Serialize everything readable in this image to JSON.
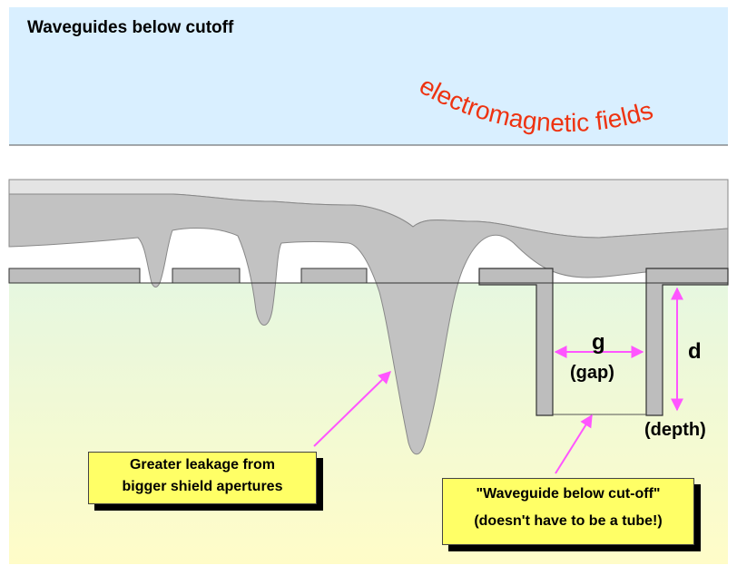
{
  "title": "Waveguides below cutoff",
  "field_label": "electromagnetic fields",
  "gap_symbol": "g",
  "gap_text": "(gap)",
  "depth_symbol": "d",
  "depth_text": "(depth)",
  "callout_left": {
    "line1": "Greater leakage from",
    "line2": "bigger shield apertures"
  },
  "callout_right": {
    "line1": "\"Waveguide below cut-off\"",
    "line2": "(doesn't have to be a tube!)"
  },
  "colors": {
    "sky": "#d9efff",
    "field_light": "#e4e4e4",
    "field_dark": "#c2c2c2",
    "plate": "#bdbdbd",
    "arrow": "#ff55ff",
    "field_text": "#ee3311",
    "callout_bg": "#ffff66"
  }
}
